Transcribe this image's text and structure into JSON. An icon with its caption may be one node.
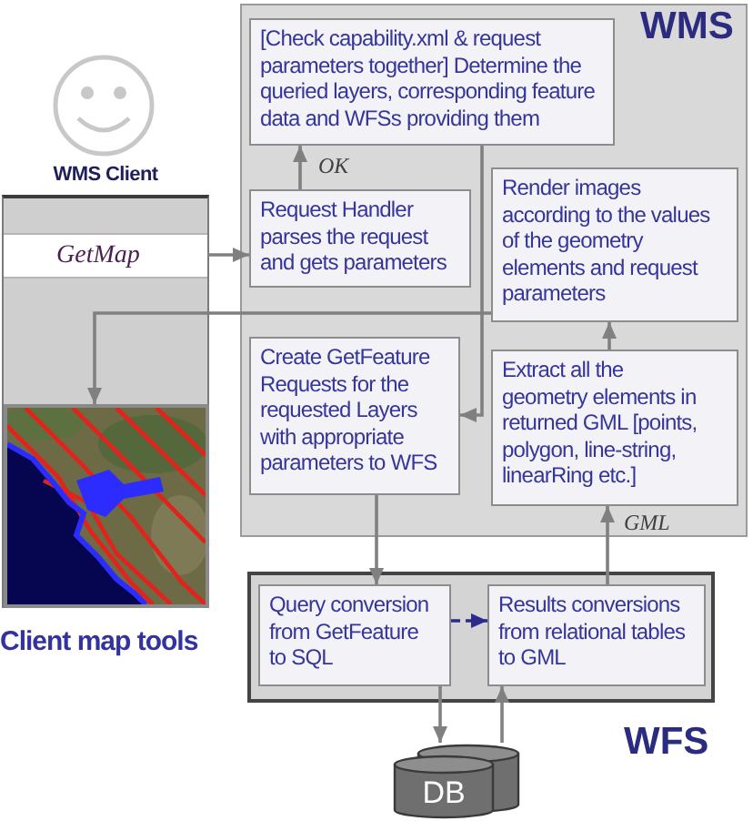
{
  "diagram": {
    "nodes": [
      {
        "text": [
          "WMS Client"
        ],
        "beside": [
          "Client map tools"
        ]
      },
      {
        "text": [
          "GetMap"
        ],
        "in": 0
      },
      {
        "text": [],
        "shape": "picture",
        "in": 0
      },
      {
        "text": [
          "WMS"
        ]
      },
      {
        "text": [
          "[Check capability.xml & request parameters together] Determine the queried layers, corresponding feature data and WFSs providing them"
        ],
        "in": 3
      },
      {
        "text": [
          "Request Handler parses the request and gets parameters"
        ],
        "in": 3
      },
      {
        "text": [
          "Render images according to the values of the geometry elements and request parameters"
        ],
        "in": 3
      },
      {
        "text": [
          "Create GetFeature Requests for the requested Layers with appropriate parameters to WFS"
        ],
        "in": 3
      },
      {
        "text": [
          "Extract all the geometry elements in returned GML [points, polygon, line-string, linearRing etc.]"
        ],
        "in": 3
      },
      {
        "text": [
          "WFS"
        ]
      },
      {
        "text": [
          "Query conversion from GetFeature to SQL"
        ],
        "in": 9
      },
      {
        "text": [
          "Results conversions from relational tables to GML"
        ],
        "in": 9
      },
      {
        "text": [
          "DB"
        ]
      }
    ],
    "edges": [
      {
        "from": 1,
        "to": 5,
        "arrow": "to"
      },
      {
        "from": 5,
        "to": 4,
        "arrow": "to",
        "label": "OK"
      },
      {
        "from": 4,
        "to": 7,
        "arrow": "to"
      },
      {
        "from": 6,
        "to": 2,
        "arrow": "to"
      },
      {
        "from": 8,
        "to": 6,
        "arrow": "to"
      },
      {
        "from": 7,
        "to": 10,
        "arrow": "to"
      },
      {
        "from": 11,
        "to": 8,
        "arrow": "to",
        "label": "GML"
      },
      {
        "from": 10,
        "to": 11,
        "arrow": "to",
        "style": "dashed",
        "color": "#2b2b8c"
      },
      {
        "from": 10,
        "to": 12,
        "arrow": "to"
      },
      {
        "from": 12,
        "to": 11,
        "arrow": "to"
      }
    ]
  }
}
